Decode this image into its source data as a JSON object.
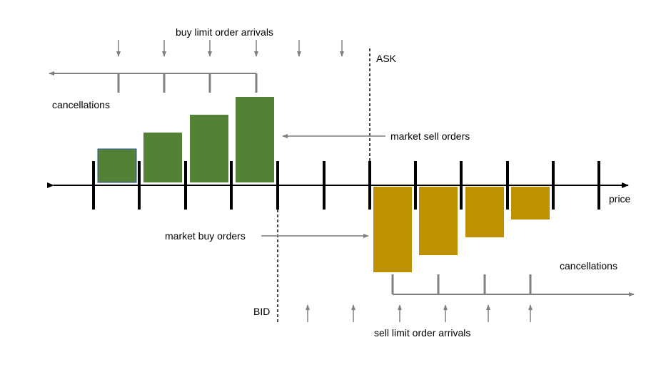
{
  "labels": {
    "buy_arrivals": "buy limit order arrivals",
    "ask": "ASK",
    "cancellations_top": "cancellations",
    "market_sell": "market sell orders",
    "price": "price",
    "market_buy": "market buy orders",
    "cancellations_bottom": "cancellations",
    "bid": "BID",
    "sell_arrivals": "sell limit order arrivals"
  },
  "colors": {
    "bid_bar": "#538135",
    "ask_bar": "#bf9000",
    "arrow_gray": "#7f7f7f",
    "axis": "#000000"
  },
  "book": {
    "bid_depths": [
      1,
      1.5,
      2,
      2.5
    ],
    "ask_depths": [
      3,
      2.5,
      1.75,
      1.25
    ]
  }
}
